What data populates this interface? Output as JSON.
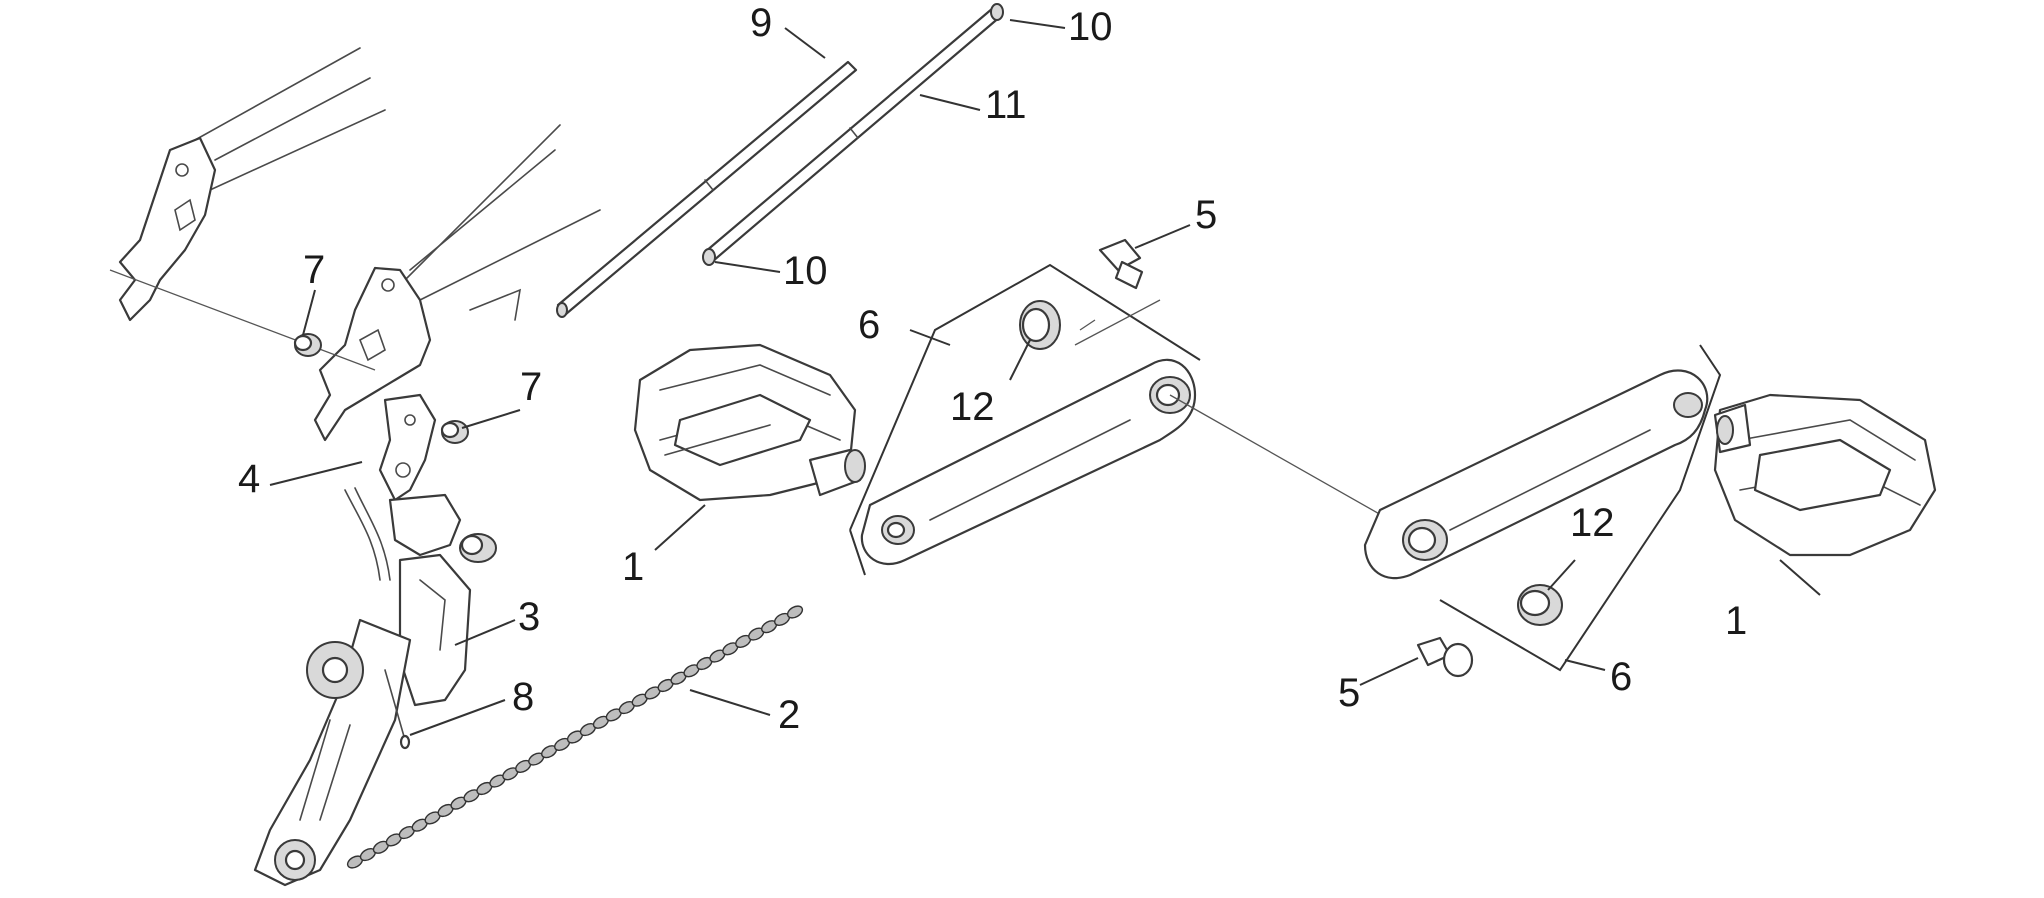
{
  "callouts": {
    "c1a": "1",
    "c1b": "1",
    "c2": "2",
    "c3": "3",
    "c4": "4",
    "c5a": "5",
    "c5b": "5",
    "c6a": "6",
    "c6b": "6",
    "c7a": "7",
    "c7b": "7",
    "c8": "8",
    "c9": "9",
    "c10a": "10",
    "c10b": "10",
    "c11": "11",
    "c12a": "12",
    "c12b": "12"
  },
  "colors": {
    "line": "#3a3a3a",
    "fill": "#ffffff",
    "shade": "#d9d9d9"
  }
}
